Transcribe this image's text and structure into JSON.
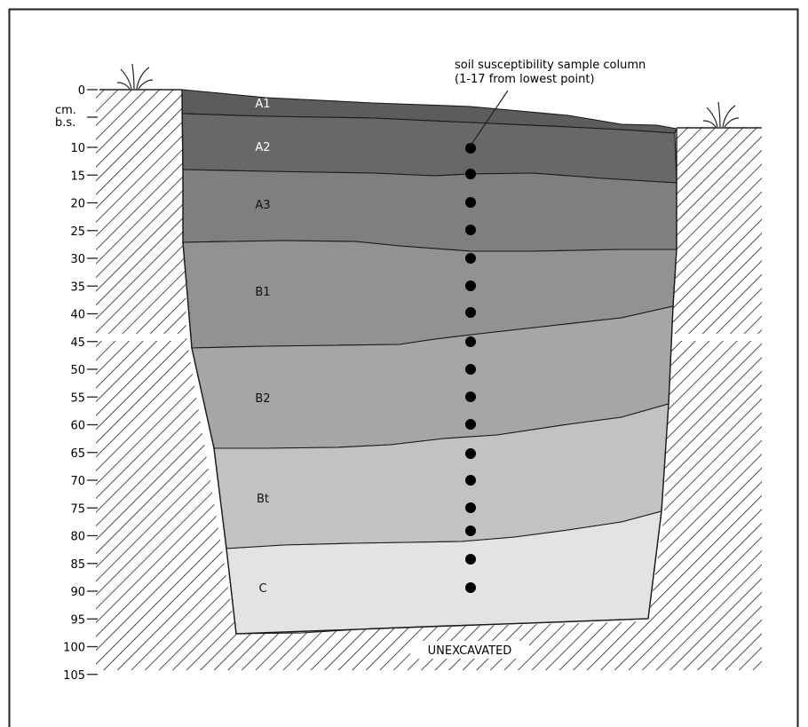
{
  "depth_axis": {
    "unit_label_1": "cm.",
    "unit_label_2": "b.s.",
    "ticks": [
      "0",
      "10",
      "15",
      "20",
      "25",
      "30",
      "35",
      "40",
      "45",
      "50",
      "55",
      "60",
      "65",
      "70",
      "75",
      "80",
      "85",
      "90",
      "95",
      "100",
      "105"
    ]
  },
  "horizons": [
    {
      "label": "A1",
      "color": "#5c5c5c",
      "label_color": "#ffffff"
    },
    {
      "label": "A2",
      "color": "#686868",
      "label_color": "#ffffff"
    },
    {
      "label": "A3",
      "color": "#7f7f7f",
      "label_color": "#111111"
    },
    {
      "label": "B1",
      "color": "#929292",
      "label_color": "#111111"
    },
    {
      "label": "B2",
      "color": "#a6a6a6",
      "label_color": "#111111"
    },
    {
      "label": "Bt",
      "color": "#c2c2c2",
      "label_color": "#111111"
    },
    {
      "label": "C",
      "color": "#e3e3e3",
      "label_color": "#111111"
    }
  ],
  "sample_column": {
    "note_line_1": "soil susceptibility sample column",
    "note_line_2": "(1-17 from lowest point)",
    "sample_count": 17
  },
  "bottom_label": "UNEXCAVATED"
}
